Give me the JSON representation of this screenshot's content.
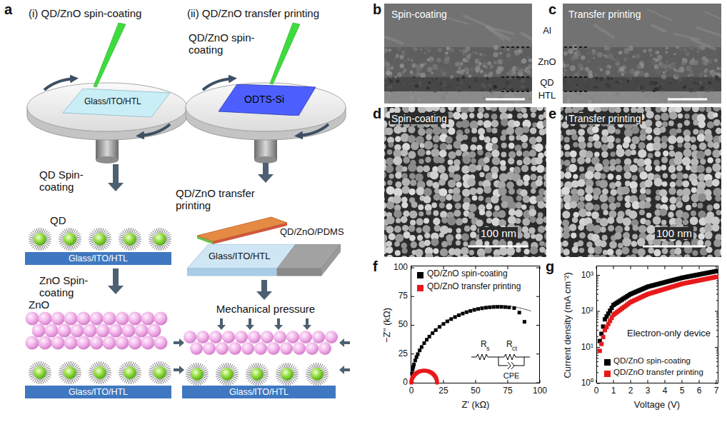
{
  "diagram": {
    "nodes": [
      {
        "text": [
          "Glass/ITO/HTL"
        ]
      },
      {
        "text": [
          "ODTS-Si"
        ]
      },
      {
        "text": [
          "Glass/ITO/HTL"
        ]
      },
      {
        "text": [
          "Glass/ITO/HTL"
        ]
      },
      {
        "text": [
          "Glass/ITO/HTL"
        ]
      },
      {
        "text": [
          "Glass/ITO/HTL"
        ]
      }
    ],
    "labels": [
      "a",
      "(i) QD/ZnO spin-coating",
      "(ii) QD/ZnO transfer printing",
      "QD/ZnO spin-coating",
      "QD Spin-coating",
      "QD/ZnO transfer printing",
      "QD/ZnO/PDMS",
      "QD",
      "ZnO Spin-coating",
      "Mechanical pressure",
      "ZnO",
      "b",
      "Spin-coating",
      "c",
      "Transfer printing",
      "Al",
      "ZnO",
      "QD",
      "HTL",
      "d",
      "Spin-coating",
      "100 nm",
      "e",
      "Transfer printing",
      "100 nm",
      "f",
      "−Z'' (kΩ)",
      "100",
      "75",
      "50",
      "25",
      "0",
      "0",
      "25",
      "50",
      "75",
      "100",
      "Z' (kΩ)",
      "R",
      "s",
      "R",
      "ct",
      "CPE",
      "g",
      "Current density (mA cm⁻²)",
      "10³",
      "10²",
      "10¹",
      "10⁰",
      "Electron-only device",
      "0",
      "1",
      "2",
      "3",
      "4",
      "5",
      "6",
      "7",
      "Voltage (V)"
    ],
    "legend": [
      {
        "text": "QD/ZnO spin-coating",
        "color": "#000000"
      },
      {
        "text": "QD/ZnO transfer printing",
        "color": "#e8191a"
      },
      {
        "text": "QD/ZnO spin-coating",
        "color": "#000000"
      },
      {
        "text": "QD/ZnO transfer printing",
        "color": "#e8191a"
      }
    ]
  }
}
